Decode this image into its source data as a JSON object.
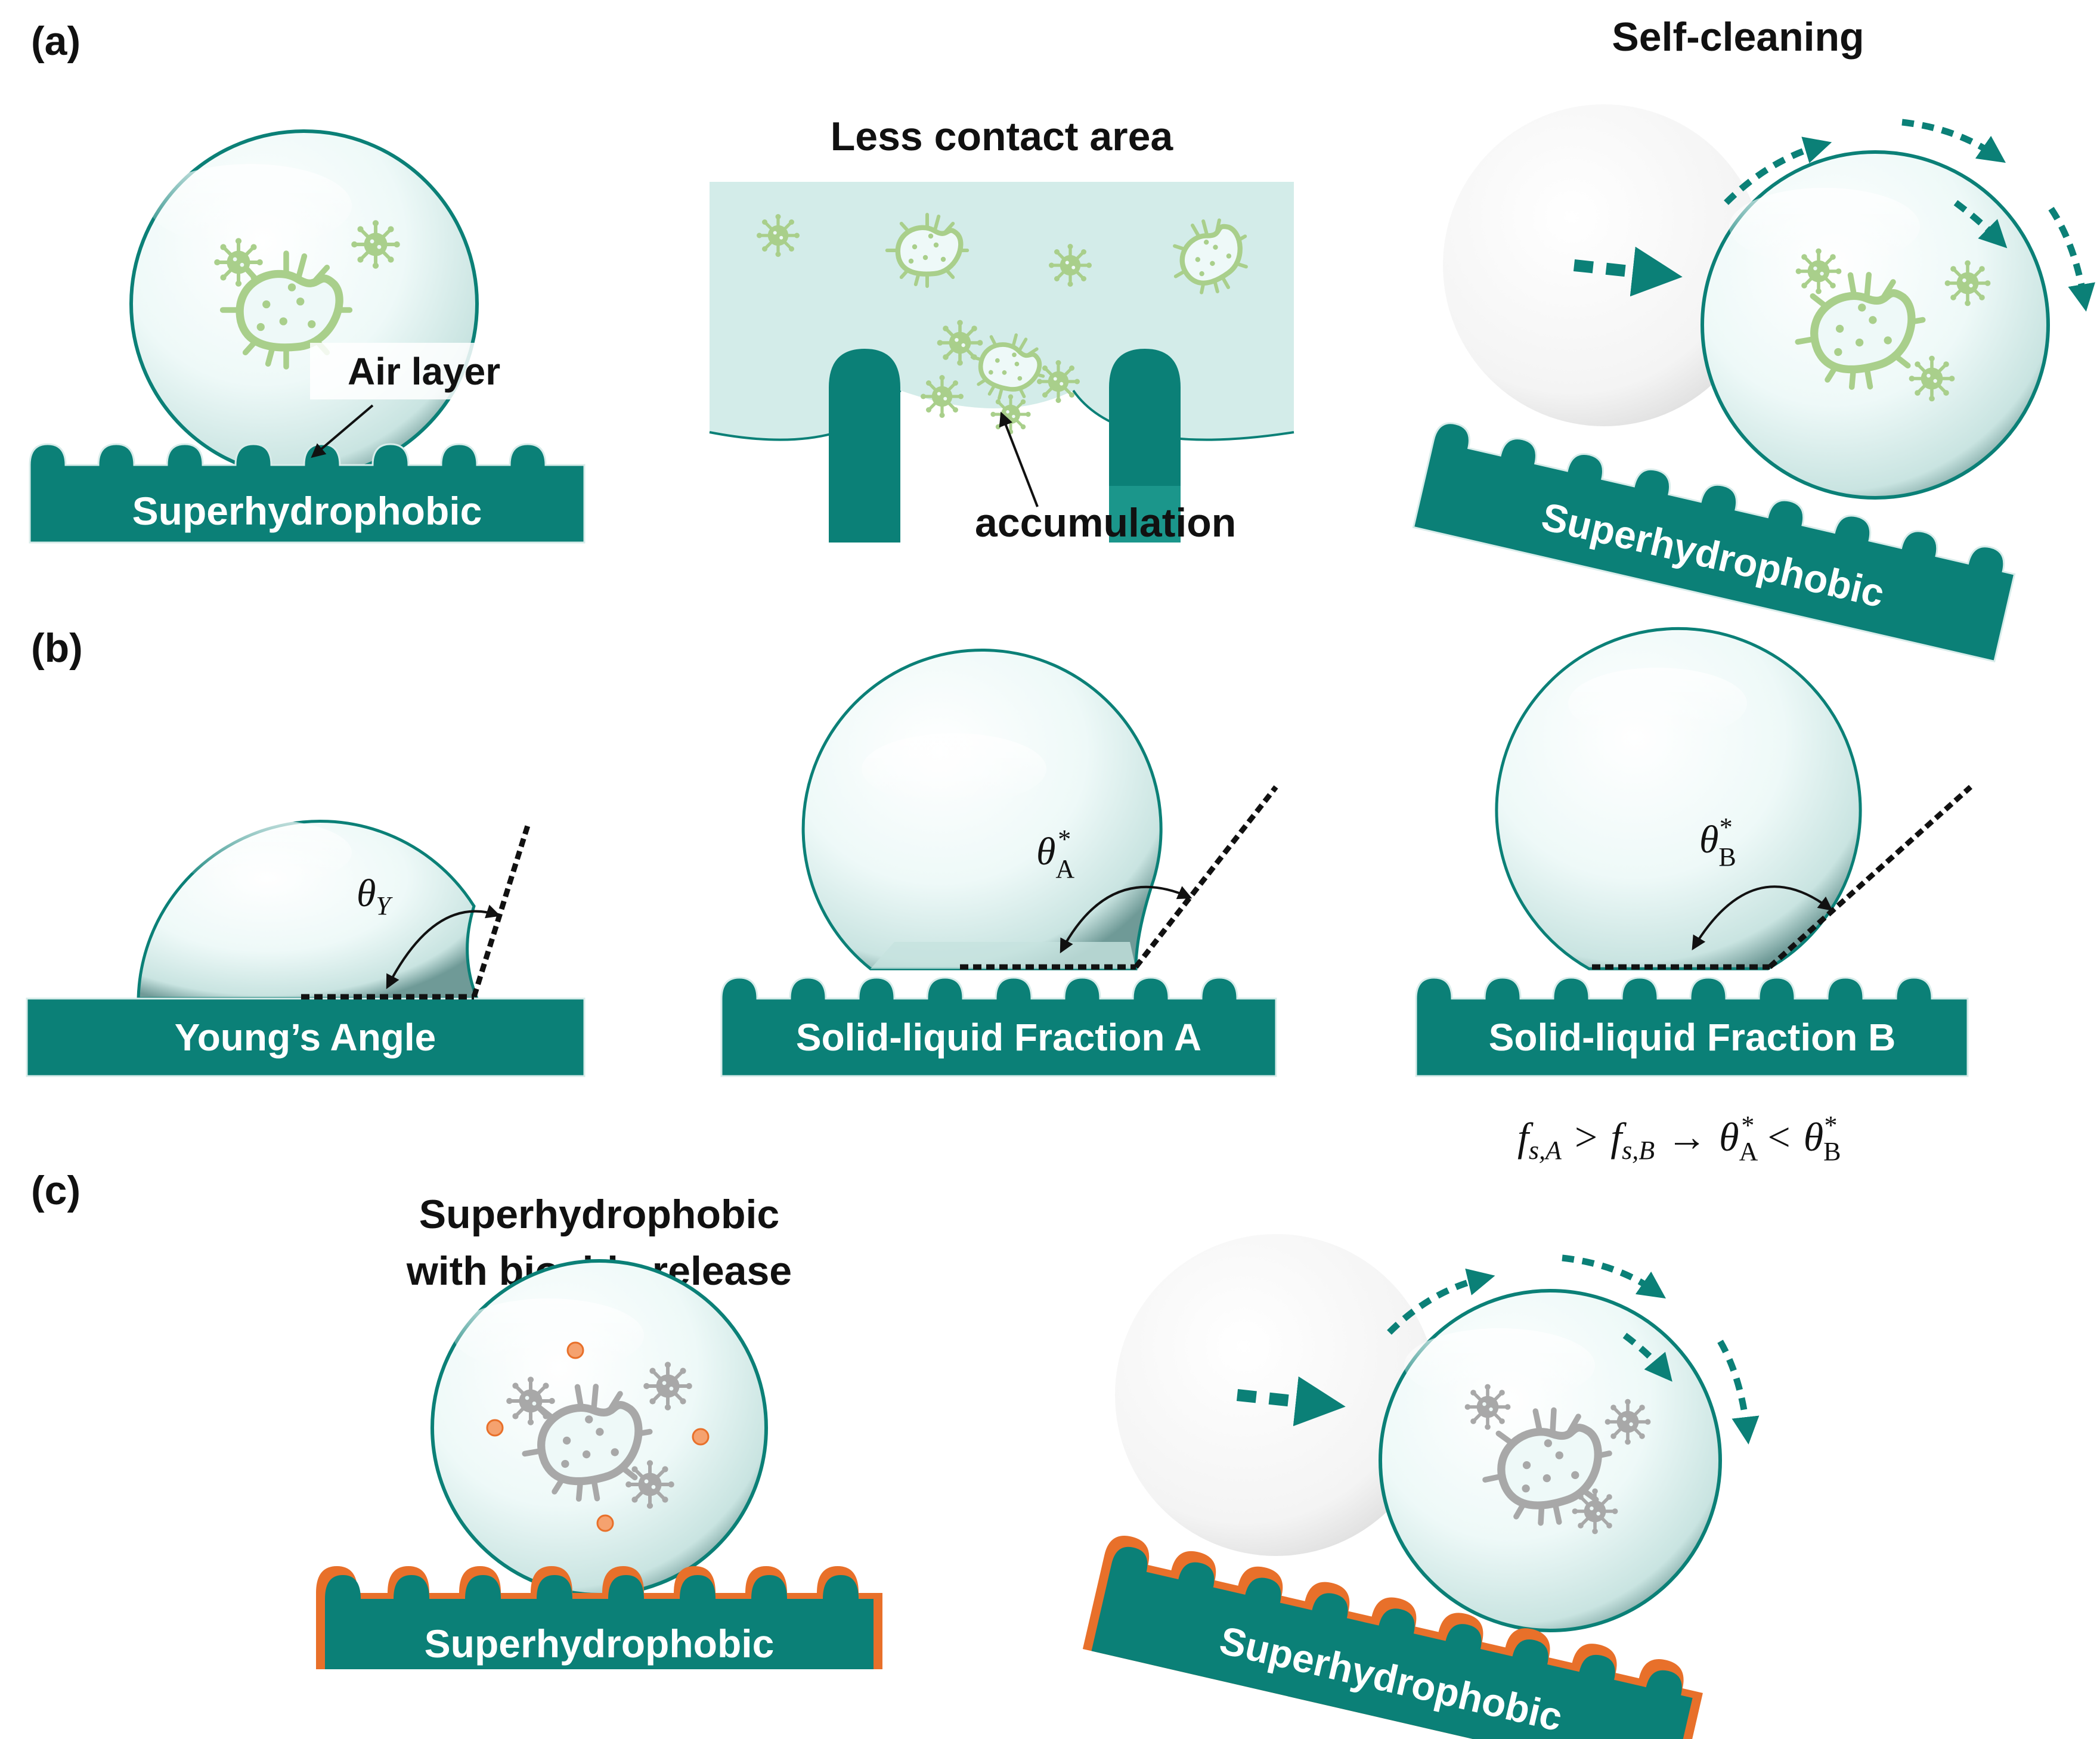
{
  "panels": {
    "a": {
      "label": "(a)",
      "left_plate": "Superhydrophobic",
      "air_layer": "Air layer",
      "middle_title": "Less contact area",
      "accumulation": "accumulation",
      "right_title": "Self-cleaning",
      "right_plate": "Superhydrophobic"
    },
    "b": {
      "label": "(b)",
      "young_plate": "Young’s Angle",
      "fraction_a_plate": "Solid-liquid Fraction A",
      "fraction_b_plate": "Solid-liquid Fraction B",
      "theta_y": "θ",
      "theta_y_sub": "Y",
      "theta_a": "θ",
      "theta_a_sub": "A",
      "theta_b": "θ",
      "theta_b_sub": "B",
      "star": "*",
      "equation": {
        "f": "f",
        "sub_a": "s,A",
        "gt": ">",
        "sub_b": "s,B",
        "arrow": "→",
        "lt": "<"
      }
    },
    "c": {
      "label": "(c)",
      "title_line1": "Superhydrophobic",
      "title_line2": "with biocide release",
      "left_plate": "Superhydrophobic",
      "right_plate": "Superhydrophobic"
    }
  },
  "colors": {
    "teal": "#0b8077",
    "teal_dark": "#06625b",
    "orange": "#e8702a",
    "microbe_green": "#a9cf8b",
    "microbe_gray": "#a8a8a8",
    "droplet_fill": "#eef9f8"
  },
  "icons": [
    "bacterium-icon",
    "virus-icon",
    "biocide-particle-icon",
    "motion-arrow-icon"
  ]
}
